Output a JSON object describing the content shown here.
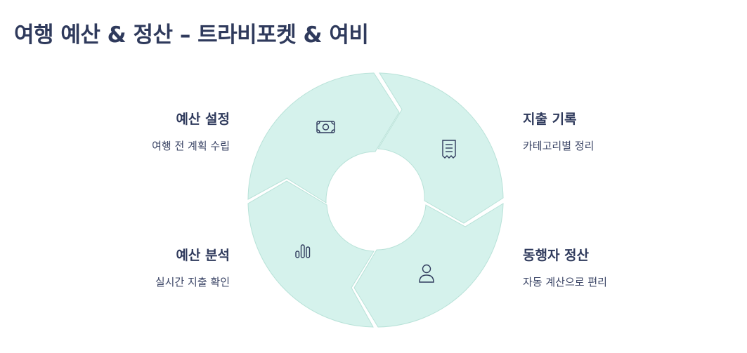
{
  "title": "여행 예산 & 정산 – 트라비포켓 & 여비",
  "colors": {
    "segment_fill": "#d5f2ec",
    "segment_stroke": "#b8e2d8",
    "icon_stroke": "#2f3a5c",
    "text": "#2f3a5c"
  },
  "steps": [
    {
      "title": "예산 설정",
      "description": "여행 전 계획 수립",
      "icon": "money-icon"
    },
    {
      "title": "지출 기록",
      "description": "카테고리별 정리",
      "icon": "receipt-icon"
    },
    {
      "title": "동행자 정산",
      "description": "자동 계산으로 편리",
      "icon": "user-icon"
    },
    {
      "title": "예산 분석",
      "description": "실시간 지출 확인",
      "icon": "bar-chart-icon"
    }
  ]
}
